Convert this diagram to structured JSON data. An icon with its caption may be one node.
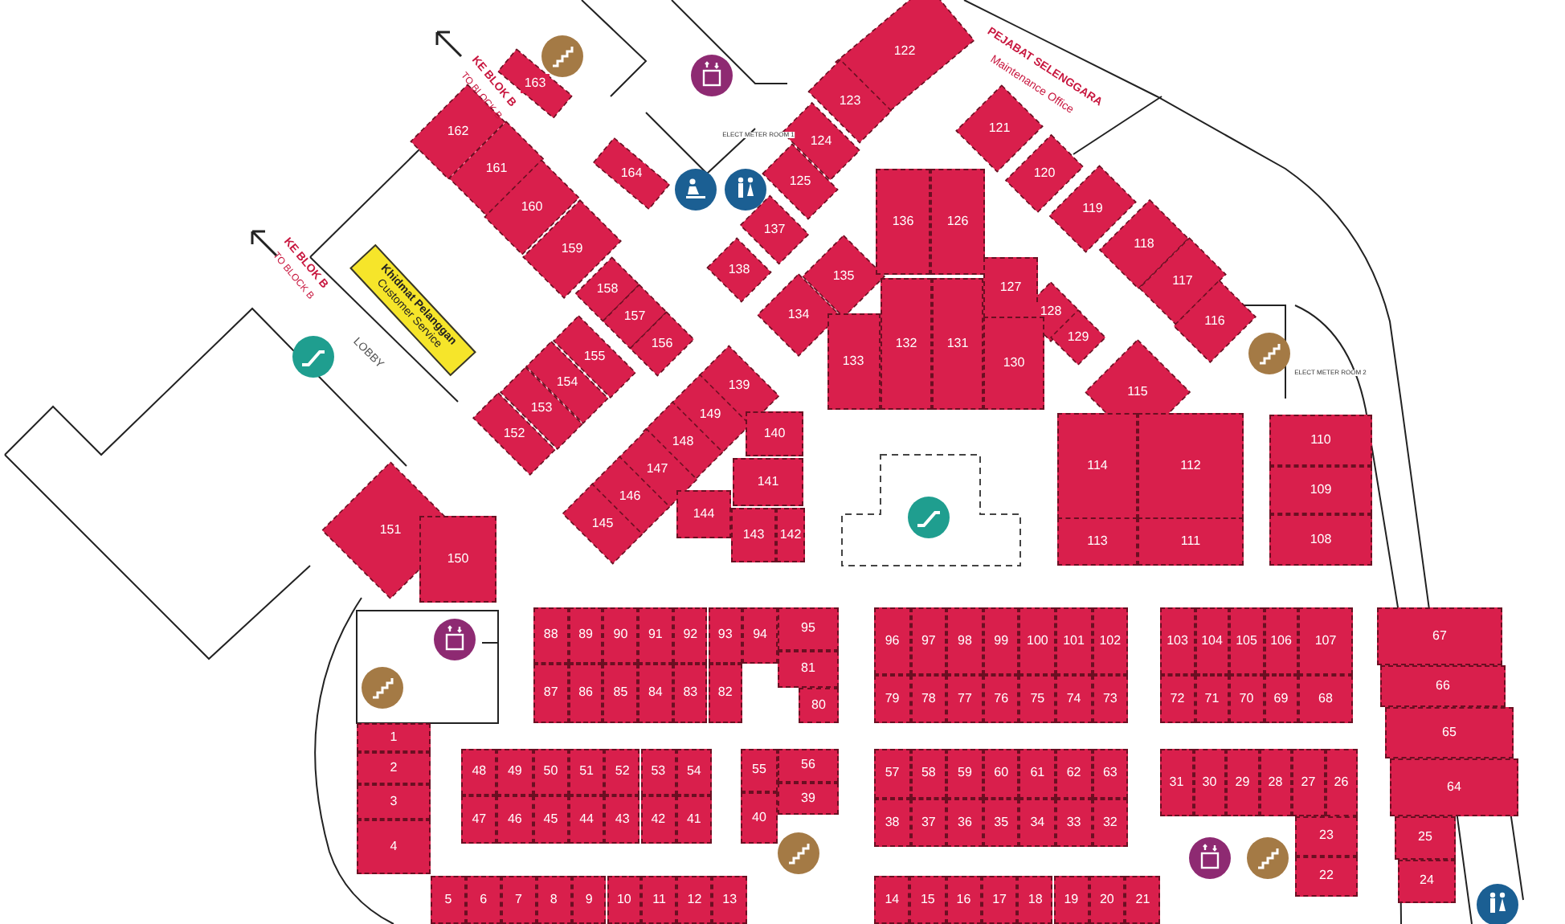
{
  "diagram": {
    "nodes": [
      {
        "text": [
          "163"
        ]
      },
      {
        "text": [
          "122"
        ]
      },
      {
        "text": [
          "162"
        ]
      },
      {
        "text": [
          "121"
        ]
      },
      {
        "text": [
          "164"
        ]
      },
      {
        "text": [
          "123"
        ]
      },
      {
        "text": [
          "120"
        ]
      },
      {
        "text": [
          "161"
        ]
      },
      {
        "text": [
          "124"
        ]
      },
      {
        "text": [
          "125"
        ]
      },
      {
        "text": [
          "119"
        ]
      },
      {
        "text": [
          "160"
        ]
      },
      {
        "text": [
          "137"
        ]
      },
      {
        "text": [
          "136"
        ]
      },
      {
        "text": [
          "126"
        ]
      },
      {
        "text": [
          "118"
        ]
      },
      {
        "text": [
          "159"
        ]
      },
      {
        "text": [
          "138"
        ]
      },
      {
        "text": [
          "135"
        ]
      },
      {
        "text": [
          "127"
        ]
      },
      {
        "text": [
          "117"
        ]
      },
      {
        "text": [
          "158"
        ]
      },
      {
        "text": [
          "157"
        ]
      },
      {
        "text": [
          "134"
        ]
      },
      {
        "text": [
          "128"
        ]
      },
      {
        "text": [
          "156"
        ]
      },
      {
        "text": [
          "155"
        ]
      },
      {
        "text": [
          "129"
        ]
      },
      {
        "text": [
          "116"
        ]
      },
      {
        "text": [
          "154"
        ]
      },
      {
        "text": [
          "133"
        ]
      },
      {
        "text": [
          "132"
        ]
      },
      {
        "text": [
          "131"
        ]
      },
      {
        "text": [
          "130"
        ]
      },
      {
        "text": [
          "153"
        ]
      },
      {
        "text": [
          "139"
        ]
      },
      {
        "text": [
          "115"
        ]
      },
      {
        "text": [
          "152"
        ]
      },
      {
        "text": [
          "149"
        ]
      },
      {
        "text": [
          "140"
        ]
      },
      {
        "text": [
          "148"
        ]
      },
      {
        "text": [
          "114"
        ]
      },
      {
        "text": [
          "112"
        ]
      },
      {
        "text": [
          "110"
        ]
      },
      {
        "text": [
          "147"
        ]
      },
      {
        "text": [
          "141"
        ]
      },
      {
        "text": [
          "146"
        ]
      },
      {
        "text": [
          "109"
        ]
      },
      {
        "text": [
          "151"
        ]
      },
      {
        "text": [
          "144"
        ]
      },
      {
        "text": [
          "145"
        ]
      },
      {
        "text": [
          "143"
        ]
      },
      {
        "text": [
          "142"
        ]
      },
      {
        "text": [
          "150"
        ]
      },
      {
        "text": [
          "113"
        ]
      },
      {
        "text": [
          "111"
        ]
      },
      {
        "text": [
          "108"
        ]
      },
      {
        "text": [
          "Khidmat Pelanggan",
          "Customer Service"
        ]
      },
      {
        "text": [
          "88"
        ]
      },
      {
        "text": [
          "89"
        ]
      },
      {
        "text": [
          "90"
        ]
      },
      {
        "text": [
          "91"
        ]
      },
      {
        "text": [
          "92"
        ]
      },
      {
        "text": [
          "93"
        ]
      },
      {
        "text": [
          "94"
        ]
      },
      {
        "text": [
          "95"
        ]
      },
      {
        "text": [
          "96"
        ]
      },
      {
        "text": [
          "97"
        ]
      },
      {
        "text": [
          "98"
        ]
      },
      {
        "text": [
          "99"
        ]
      },
      {
        "text": [
          "100"
        ]
      },
      {
        "text": [
          "101"
        ]
      },
      {
        "text": [
          "102"
        ]
      },
      {
        "text": [
          "103"
        ]
      },
      {
        "text": [
          "104"
        ]
      },
      {
        "text": [
          "105"
        ]
      },
      {
        "text": [
          "106"
        ]
      },
      {
        "text": [
          "107"
        ]
      },
      {
        "text": [
          "67"
        ]
      },
      {
        "text": [
          "87"
        ]
      },
      {
        "text": [
          "86"
        ]
      },
      {
        "text": [
          "85"
        ]
      },
      {
        "text": [
          "84"
        ]
      },
      {
        "text": [
          "83"
        ]
      },
      {
        "text": [
          "82"
        ]
      },
      {
        "text": [
          "81"
        ]
      },
      {
        "text": [
          "80"
        ]
      },
      {
        "text": [
          "79"
        ]
      },
      {
        "text": [
          "78"
        ]
      },
      {
        "text": [
          "77"
        ]
      },
      {
        "text": [
          "76"
        ]
      },
      {
        "text": [
          "75"
        ]
      },
      {
        "text": [
          "74"
        ]
      },
      {
        "text": [
          "73"
        ]
      },
      {
        "text": [
          "72"
        ]
      },
      {
        "text": [
          "71"
        ]
      },
      {
        "text": [
          "70"
        ]
      },
      {
        "text": [
          "69"
        ]
      },
      {
        "text": [
          "68"
        ]
      },
      {
        "text": [
          "66"
        ]
      },
      {
        "text": [
          "1"
        ]
      },
      {
        "text": [
          "2"
        ]
      },
      {
        "text": [
          "3"
        ]
      },
      {
        "text": [
          "65"
        ]
      },
      {
        "text": [
          "48"
        ]
      },
      {
        "text": [
          "49"
        ]
      },
      {
        "text": [
          "50"
        ]
      },
      {
        "text": [
          "51"
        ]
      },
      {
        "text": [
          "52"
        ]
      },
      {
        "text": [
          "53"
        ]
      },
      {
        "text": [
          "54"
        ]
      },
      {
        "text": [
          "55"
        ]
      },
      {
        "text": [
          "56"
        ]
      },
      {
        "text": [
          "57"
        ]
      },
      {
        "text": [
          "58"
        ]
      },
      {
        "text": [
          "59"
        ]
      },
      {
        "text": [
          "60"
        ]
      },
      {
        "text": [
          "61"
        ]
      },
      {
        "text": [
          "62"
        ]
      },
      {
        "text": [
          "63"
        ]
      },
      {
        "text": [
          "31"
        ]
      },
      {
        "text": [
          "30"
        ]
      },
      {
        "text": [
          "29"
        ]
      },
      {
        "text": [
          "28"
        ]
      },
      {
        "text": [
          "27"
        ]
      },
      {
        "text": [
          "26"
        ]
      },
      {
        "text": [
          "64"
        ]
      },
      {
        "text": [
          "47"
        ]
      },
      {
        "text": [
          "46"
        ]
      },
      {
        "text": [
          "45"
        ]
      },
      {
        "text": [
          "44"
        ]
      },
      {
        "text": [
          "43"
        ]
      },
      {
        "text": [
          "42"
        ]
      },
      {
        "text": [
          "41"
        ]
      },
      {
        "text": [
          "40"
        ]
      },
      {
        "text": [
          "39"
        ]
      },
      {
        "text": [
          "38"
        ]
      },
      {
        "text": [
          "37"
        ]
      },
      {
        "text": [
          "36"
        ]
      },
      {
        "text": [
          "35"
        ]
      },
      {
        "text": [
          "34"
        ]
      },
      {
        "text": [
          "33"
        ]
      },
      {
        "text": [
          "32"
        ]
      },
      {
        "text": [
          "4"
        ]
      },
      {
        "text": [
          "23"
        ]
      },
      {
        "text": [
          "25"
        ]
      },
      {
        "text": [
          "22"
        ]
      },
      {
        "text": [
          "24"
        ]
      },
      {
        "text": [
          "5"
        ]
      },
      {
        "text": [
          "6"
        ]
      },
      {
        "text": [
          "7"
        ]
      },
      {
        "text": [
          "8"
        ]
      },
      {
        "text": [
          "9"
        ]
      },
      {
        "text": [
          "10"
        ]
      },
      {
        "text": [
          "11"
        ]
      },
      {
        "text": [
          "12"
        ]
      },
      {
        "text": [
          "13"
        ]
      },
      {
        "text": [
          "14"
        ]
      },
      {
        "text": [
          "15"
        ]
      },
      {
        "text": [
          "16"
        ]
      },
      {
        "text": [
          "17"
        ]
      },
      {
        "text": [
          "18"
        ]
      },
      {
        "text": [
          "19"
        ]
      },
      {
        "text": [
          "20"
        ]
      },
      {
        "text": [
          "21"
        ]
      }
    ],
    "labels": [
      "KE BLOK B",
      "TO BLOCK B",
      "KE BLOK B",
      "TO BLOCK B",
      "LOBBY",
      "PEJABAT SELENGGARA",
      "Maintenance Office",
      "ELECT METER ROOM 1",
      "ELECT METER ROOM 2"
    ]
  }
}
